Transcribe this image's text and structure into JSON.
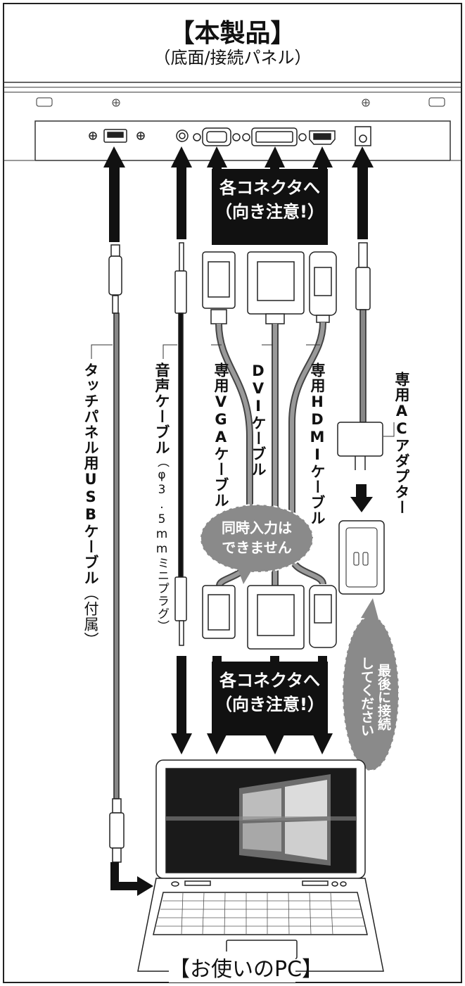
{
  "title": "【本製品】",
  "subtitle": "（底面/接続パネル）",
  "banner_top": {
    "line1": "各コネクタへ",
    "line2": "（向き注意!）"
  },
  "banner_bottom": {
    "line1": "各コネクタへ",
    "line2": "（向き注意!）"
  },
  "labels": {
    "usb": "タッチパネル用USBケーブル",
    "usb_note": "（付属）",
    "audio": "音声ケーブル",
    "audio_note": "（φ3.5mmミニプラグ）",
    "vga": "専用VGAケーブル",
    "dvi": "DVIケーブル",
    "hdmi": "専用HDMIケーブル",
    "ac": "専用ACアダプター"
  },
  "bubble_simultaneous": {
    "line1": "同時入力は",
    "line2": "できません"
  },
  "bubble_connect_last": {
    "line1": "最後に接続",
    "line2": "してください"
  },
  "pc_label": "【お使いのPC】"
}
